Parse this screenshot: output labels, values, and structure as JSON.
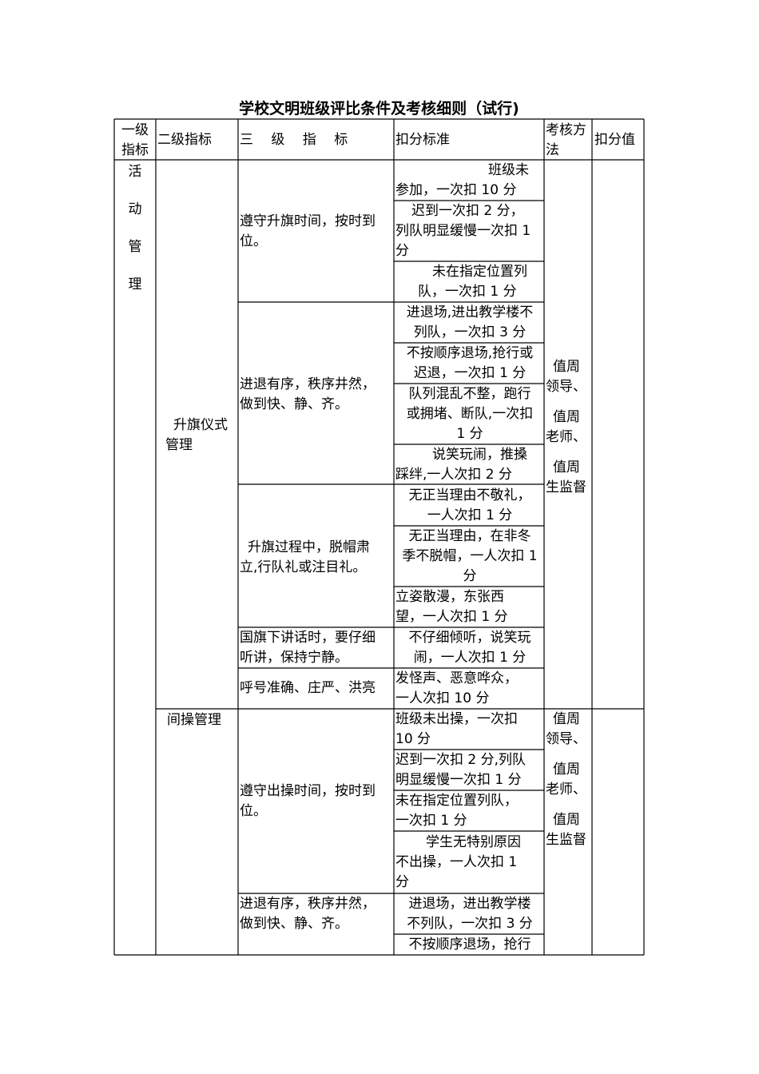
{
  "title": "学校文明班级评比条件及考核细则（试行)",
  "headers": {
    "level1": [
      "一级",
      "指标"
    ],
    "level2": "二级指标",
    "level3": "三　 级　 指　 标",
    "standard": "扣分标准",
    "method": [
      "考核方",
      "法"
    ],
    "value": "扣分值"
  },
  "level1_chars": [
    "活",
    "动",
    "管",
    "理"
  ],
  "level2": {
    "flag_lines": [
      "升旗仪式",
      "管理"
    ],
    "exercise": "间操管理"
  },
  "level3": {
    "flag_time": [
      "遵守升旗时间，按时到",
      "位。"
    ],
    "flag_order": [
      "进退有序，秩序井然，",
      "做到快、静、齐。"
    ],
    "flag_process": [
      "升旗过程中，脱帽肃",
      "立,行队礼或注目礼。"
    ],
    "flag_speech": [
      "国旗下讲话时，要仔细",
      "听讲，保持宁静。"
    ],
    "flag_shout": [
      "呼号准确、庄严、洪亮"
    ],
    "ex_time": [
      "遵守出操时间，按时到",
      "位。"
    ],
    "ex_order": [
      "进退有序，秩序井然，",
      "做到快、静、齐。"
    ]
  },
  "standards": [
    [
      "　　班级未",
      "参加，一次扣 10 分"
    ],
    [
      "迟到一次扣 2 分，",
      "列队明显缓慢一次扣 1",
      "分"
    ],
    [
      "未在指定位置列",
      "队，一次扣 1 分"
    ],
    [
      "进退场,进出教学楼不",
      "列队，一次扣 3 分"
    ],
    [
      "不按顺序退场,抢行或",
      "迟退，一次扣 1 分"
    ],
    [
      "队列混乱不整，跑行",
      "或拥堵、断队,一次扣",
      "1 分"
    ],
    [
      "说笑玩闹，推搡",
      "踩绊,一人次扣 2 分"
    ],
    [
      "无正当理由不敬礼，",
      "一人次扣 1 分"
    ],
    [
      "无正当理由，在非冬",
      "季不脱帽，一人次扣 1",
      "分"
    ],
    [
      "立姿散漫，东张西",
      "望，一人次扣 1 分"
    ],
    [
      "不仔细倾听，说笑玩",
      "闹，一人次扣 1 分"
    ],
    [
      "发怪声、恶意哗众，",
      "一人次扣 10 分"
    ],
    [
      "班级未出操，一次扣",
      "10 分"
    ],
    [
      "迟到一次扣 2 分,列队",
      "明显缓慢一次扣 1 分"
    ],
    [
      "未在指定位置列队，",
      "一次扣 1 分"
    ],
    [
      "学生无特别原因",
      "不出操，一人次扣 1",
      "分"
    ],
    [
      "进退场，进出教学楼",
      "不列队，一次扣 3 分"
    ],
    [
      "不按顺序退场，抢行"
    ]
  ],
  "method1": [
    "值周",
    "领导、",
    "",
    "值周",
    "老师、",
    "",
    "值周",
    "生监督"
  ],
  "method2": [
    "值周",
    "领导、",
    "",
    "值周",
    "老师、",
    "",
    "值周",
    "生监督"
  ]
}
